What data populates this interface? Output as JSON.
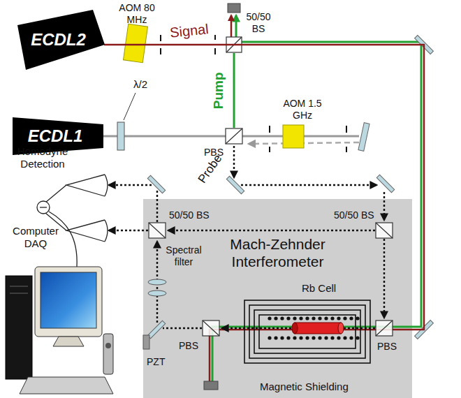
{
  "diagram": {
    "nodes": [
      {
        "text": [
          "ECDL2"
        ]
      },
      {
        "text": [
          "ECDL1"
        ]
      },
      {
        "text": [
          "Mach-Zehnder Interferometer"
        ]
      }
    ],
    "edges": [
      {
        "from": 0,
        "to": 2,
        "arrow": "none"
      }
    ],
    "labels": [
      "AOM 80 MHz",
      "Signal",
      "50/50 BS",
      "λ/2",
      "Pump",
      "AOM 1.5 GHz",
      "PBS",
      "Probe",
      "Homodyne Detection",
      "50/50 BS",
      "50/50 BS",
      "Computer DAQ",
      "Spectral filter",
      "Rb Cell",
      "PBS",
      "PBS",
      "PZT",
      "Magnetic Shielding"
    ]
  }
}
